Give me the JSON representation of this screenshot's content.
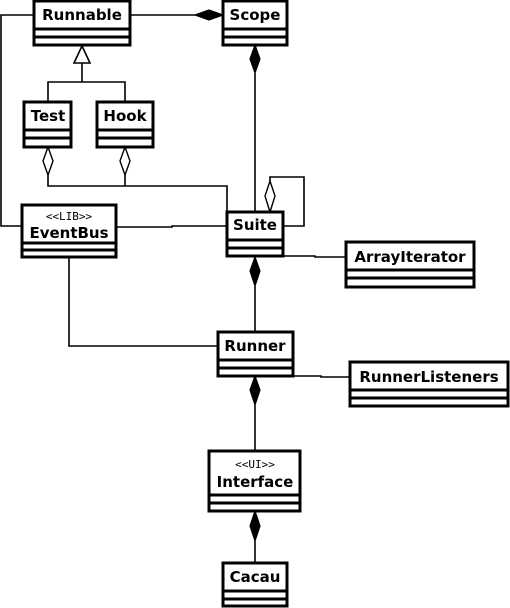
{
  "classes": {
    "runnable": {
      "name": "Runnable"
    },
    "scope": {
      "name": "Scope"
    },
    "test": {
      "name": "Test"
    },
    "hook": {
      "name": "Hook"
    },
    "eventbus": {
      "name": "EventBus",
      "stereotype": "<<LIB>>"
    },
    "suite": {
      "name": "Suite"
    },
    "arrayiterator": {
      "name": "ArrayIterator"
    },
    "runner": {
      "name": "Runner"
    },
    "runnerlisteners": {
      "name": "RunnerListeners"
    },
    "interface": {
      "name": "Interface",
      "stereotype": "<<UI>>"
    },
    "cacau": {
      "name": "Cacau"
    }
  }
}
